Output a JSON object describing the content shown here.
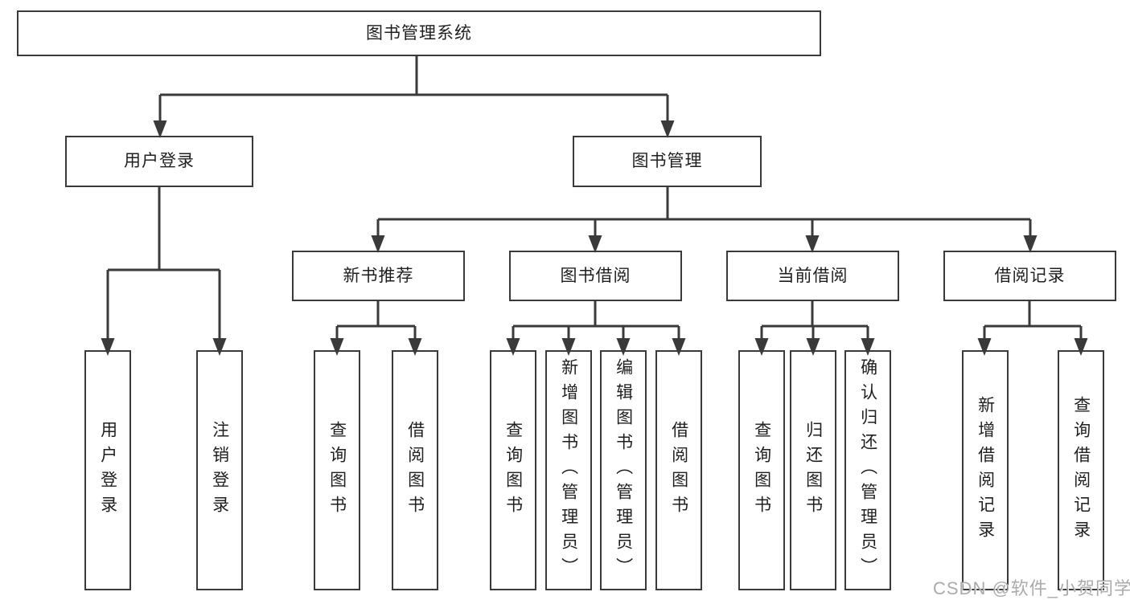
{
  "diagram": {
    "root": {
      "label": "图书管理系统"
    },
    "branches": [
      {
        "label": "用户登录",
        "children": [
          {
            "label": "用户登录"
          },
          {
            "label": "注销登录"
          }
        ]
      },
      {
        "label": "图书管理",
        "children": [
          {
            "label": "新书推荐",
            "children": [
              {
                "label": "查询图书"
              },
              {
                "label": "借阅图书"
              }
            ]
          },
          {
            "label": "图书借阅",
            "children": [
              {
                "label": "查询图书"
              },
              {
                "label": "新增图书（管理员）"
              },
              {
                "label": "编辑图书（管理员）"
              },
              {
                "label": "借阅图书"
              }
            ]
          },
          {
            "label": "当前借阅",
            "children": [
              {
                "label": "查询图书"
              },
              {
                "label": "归还图书"
              },
              {
                "label": "确认归还（管理员）"
              }
            ]
          },
          {
            "label": "借阅记录",
            "children": [
              {
                "label": "新增借阅记录"
              },
              {
                "label": "查询借阅记录"
              }
            ]
          }
        ]
      }
    ]
  },
  "watermark": {
    "text": "CSDN @软件_小贺同学"
  },
  "colors": {
    "line": "#3a3a3a",
    "text": "#1f1f1f",
    "background": "#ffffff",
    "watermark": "#a6a6a6"
  }
}
